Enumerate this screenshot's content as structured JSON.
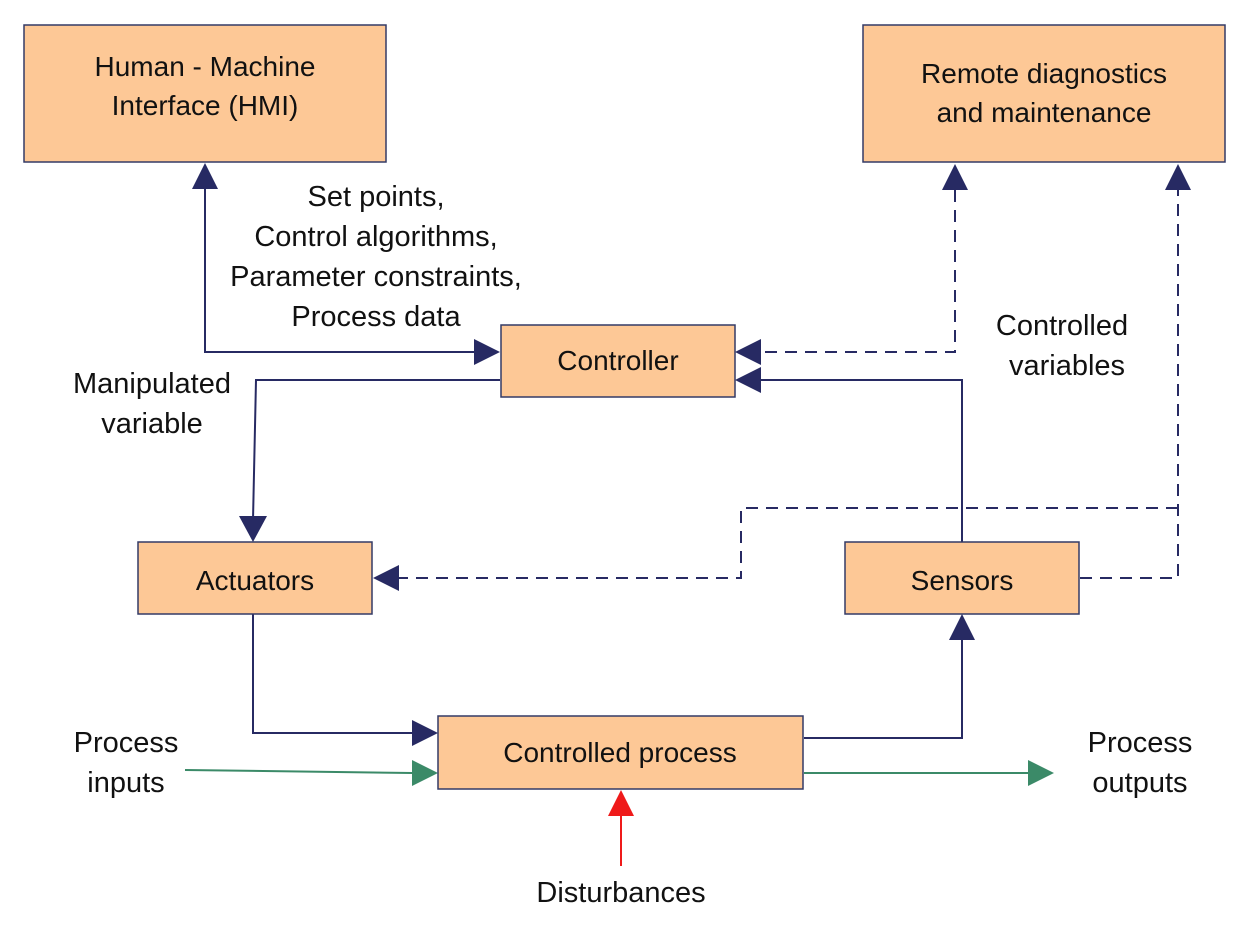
{
  "colors": {
    "box_fill": "#fdc896",
    "box_border": "#333a66",
    "navy_arrow": "#272a63",
    "green_arrow": "#3b8a68",
    "red_arrow": "#ef1a1a"
  },
  "blocks": {
    "hmi": [
      "Human - Machine",
      "Interface (HMI)"
    ],
    "remote": [
      "Remote diagnostics",
      "and maintenance"
    ],
    "controller": "Controller",
    "actuators": "Actuators",
    "sensors": "Sensors",
    "process": "Controlled process"
  },
  "labels": {
    "setpoints": [
      "Set points,",
      "Control algorithms,",
      "Parameter constraints,",
      "Process data"
    ],
    "manipulated": [
      "Manipulated",
      "variable"
    ],
    "controlled_vars": [
      "Controlled",
      "variables"
    ],
    "process_inputs": [
      "Process",
      "inputs"
    ],
    "process_outputs": [
      "Process",
      "outputs"
    ],
    "disturbances": "Disturbances"
  }
}
